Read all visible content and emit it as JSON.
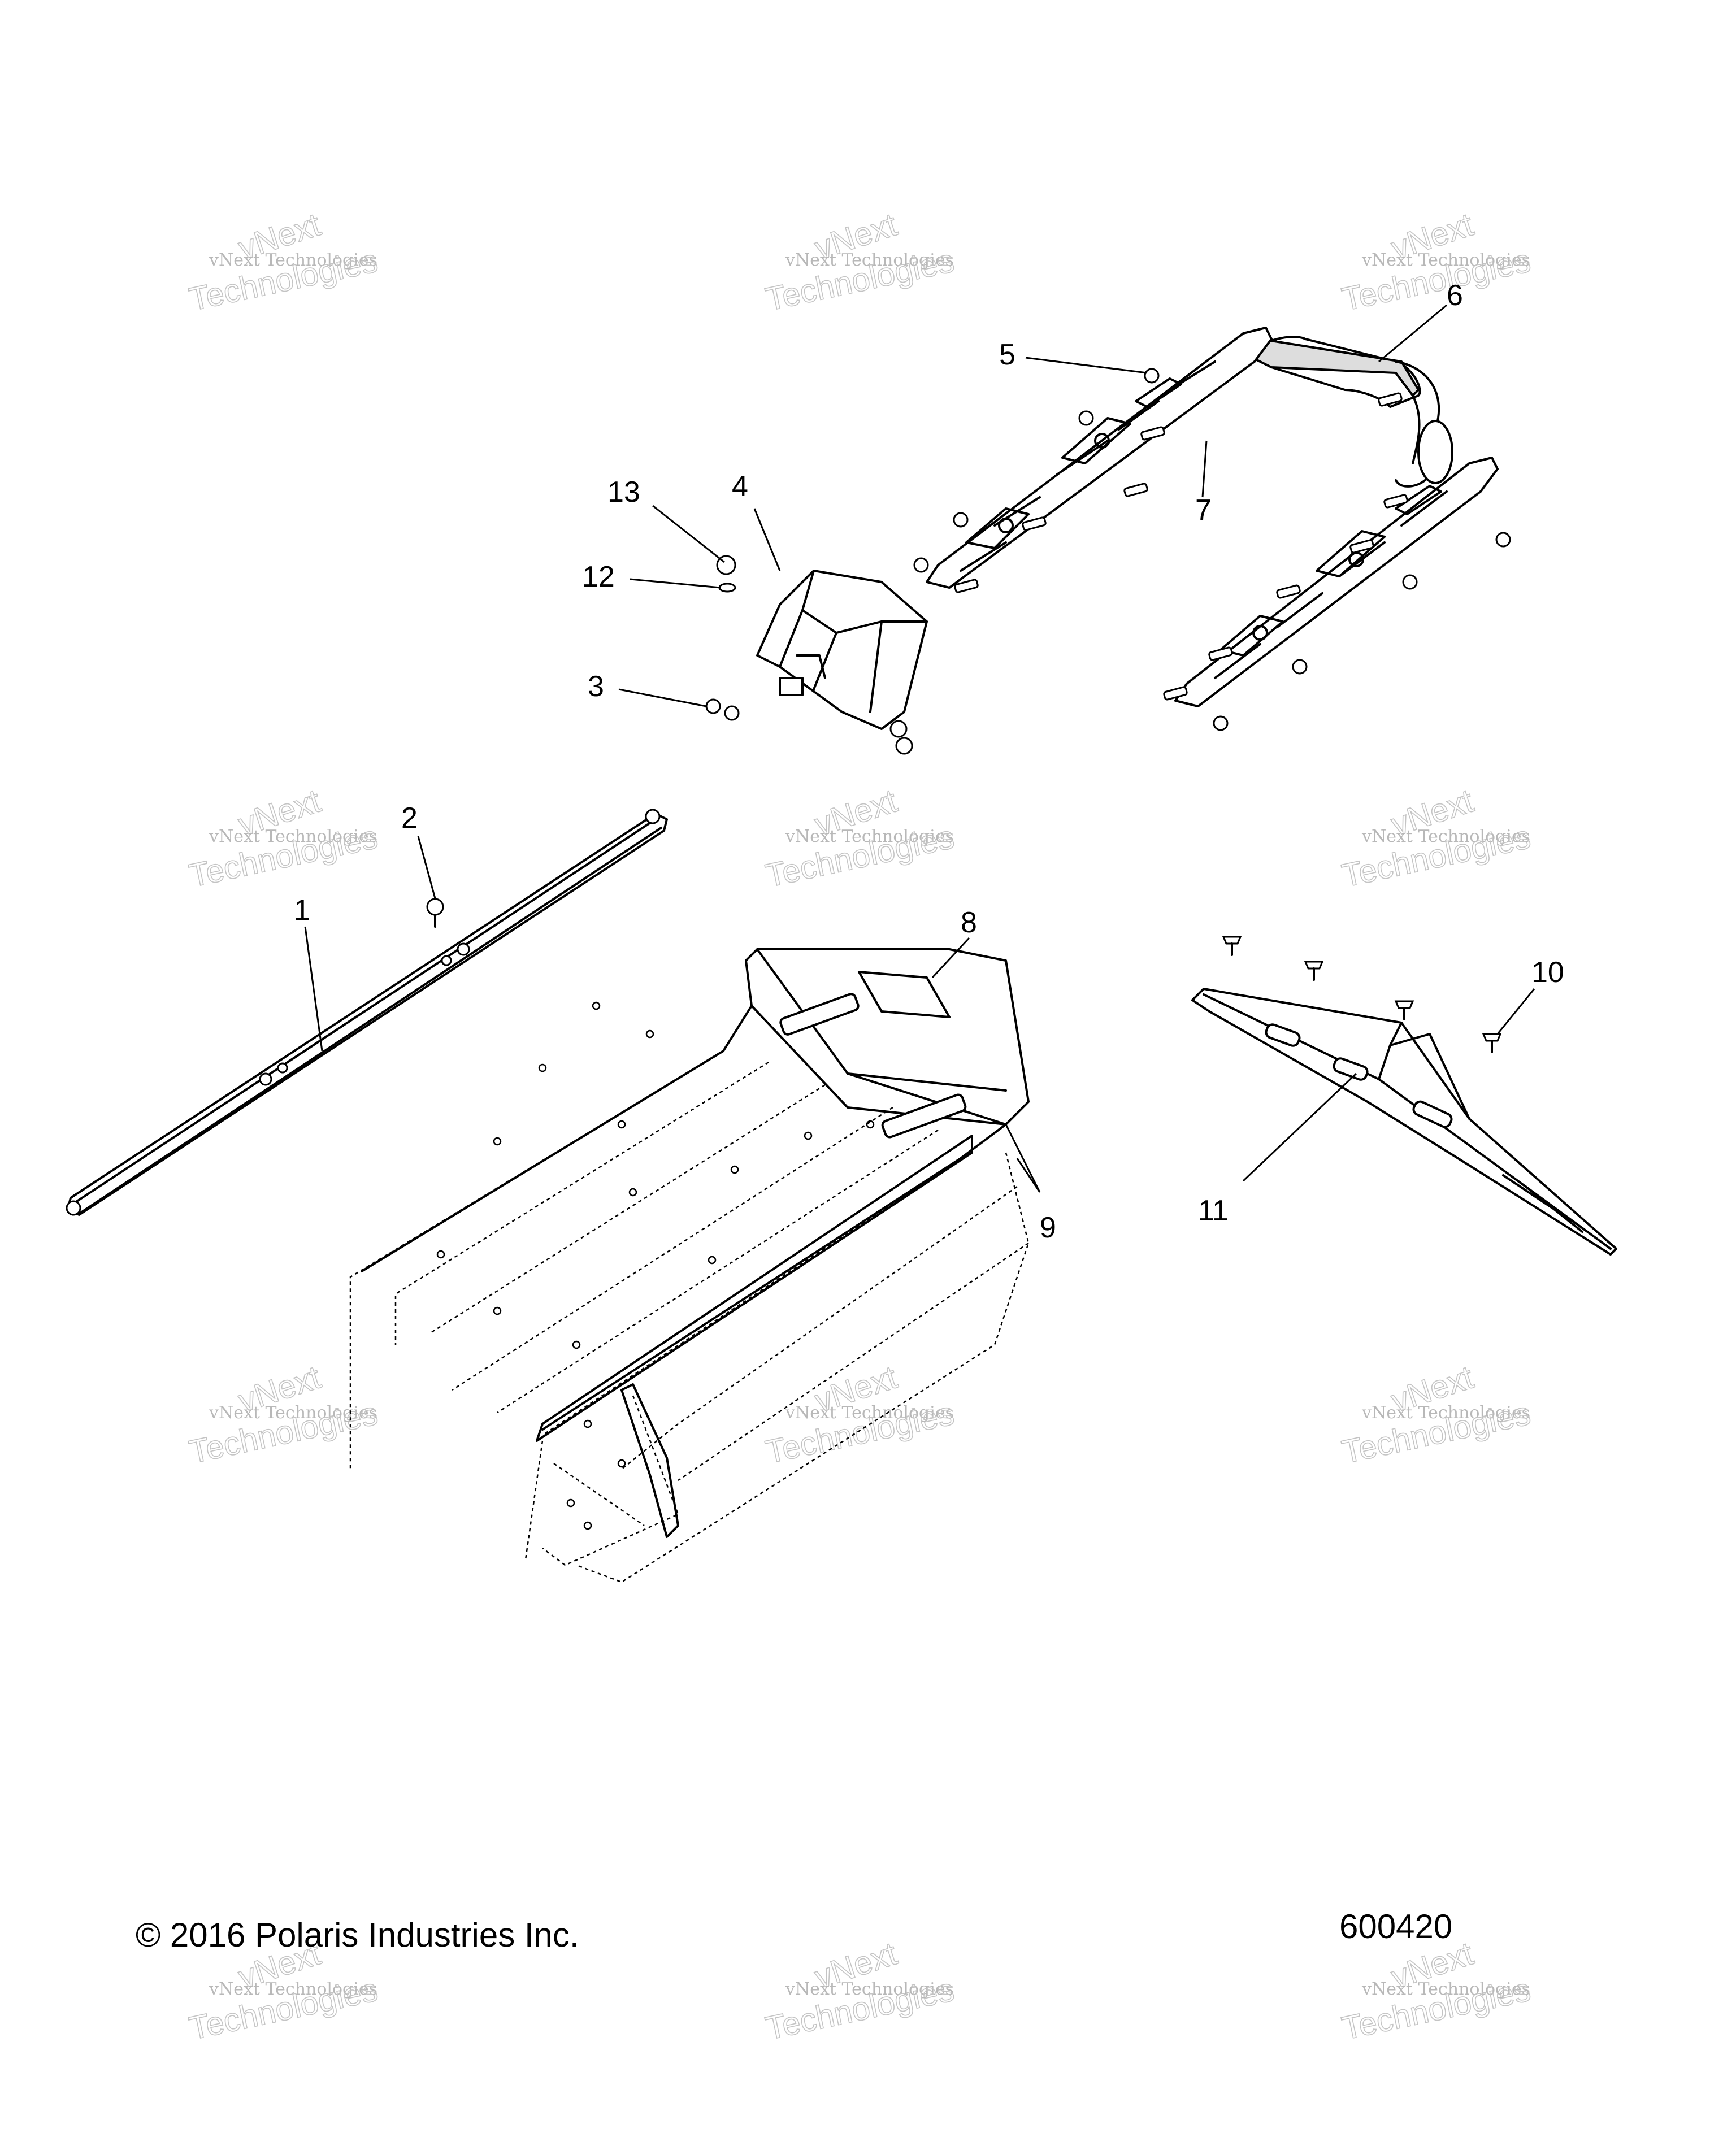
{
  "callouts": {
    "c1": "1",
    "c2": "2",
    "c3": "3",
    "c4": "4",
    "c5": "5",
    "c6": "6",
    "c7": "7",
    "c8": "8",
    "c9": "9",
    "c10": "10",
    "c11": "11",
    "c12": "12",
    "c13": "13"
  },
  "footer": {
    "copyright": "© 2016 Polaris Industries Inc.",
    "diagram_number": "600420"
  },
  "watermark": {
    "line_top": "vNext",
    "line_mid": "vNext Technologies",
    "line_bottom": "Technologies"
  }
}
